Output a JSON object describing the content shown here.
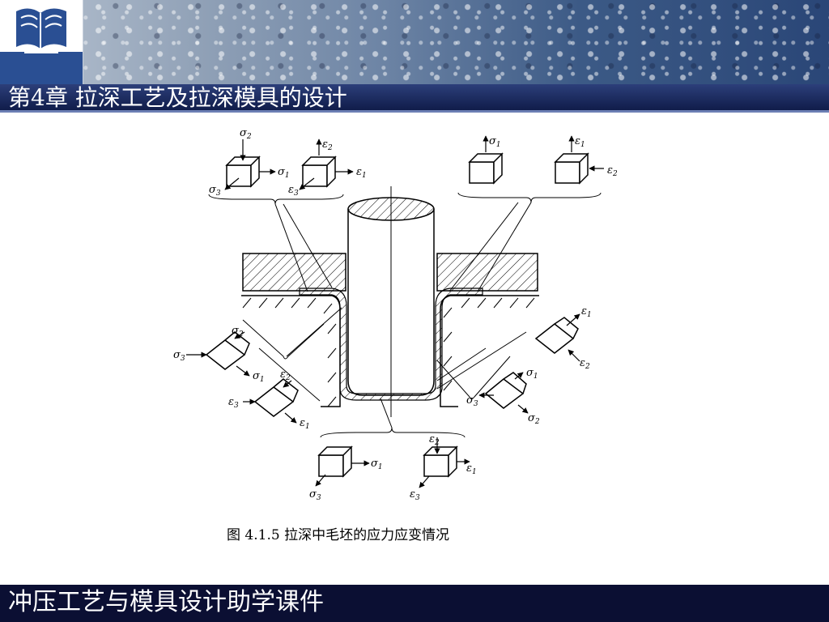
{
  "header": {
    "title": "第4章  拉深工艺及拉深模具的设计"
  },
  "figure": {
    "caption": "图 4.1.5 拉深中毛坯的应力应变情况",
    "labels": {
      "s1": "σ",
      "s2": "σ",
      "s3": "σ",
      "e1": "ε",
      "e2": "ε",
      "e3": "ε",
      "sub1": "1",
      "sub2": "2",
      "sub3": "3"
    }
  },
  "footer": {
    "text": "冲压工艺与模具设计助学课件"
  },
  "colors": {
    "titlebar": "#101c4a",
    "footer": "#0b0f33",
    "logo_blue": "#2a4f93"
  }
}
